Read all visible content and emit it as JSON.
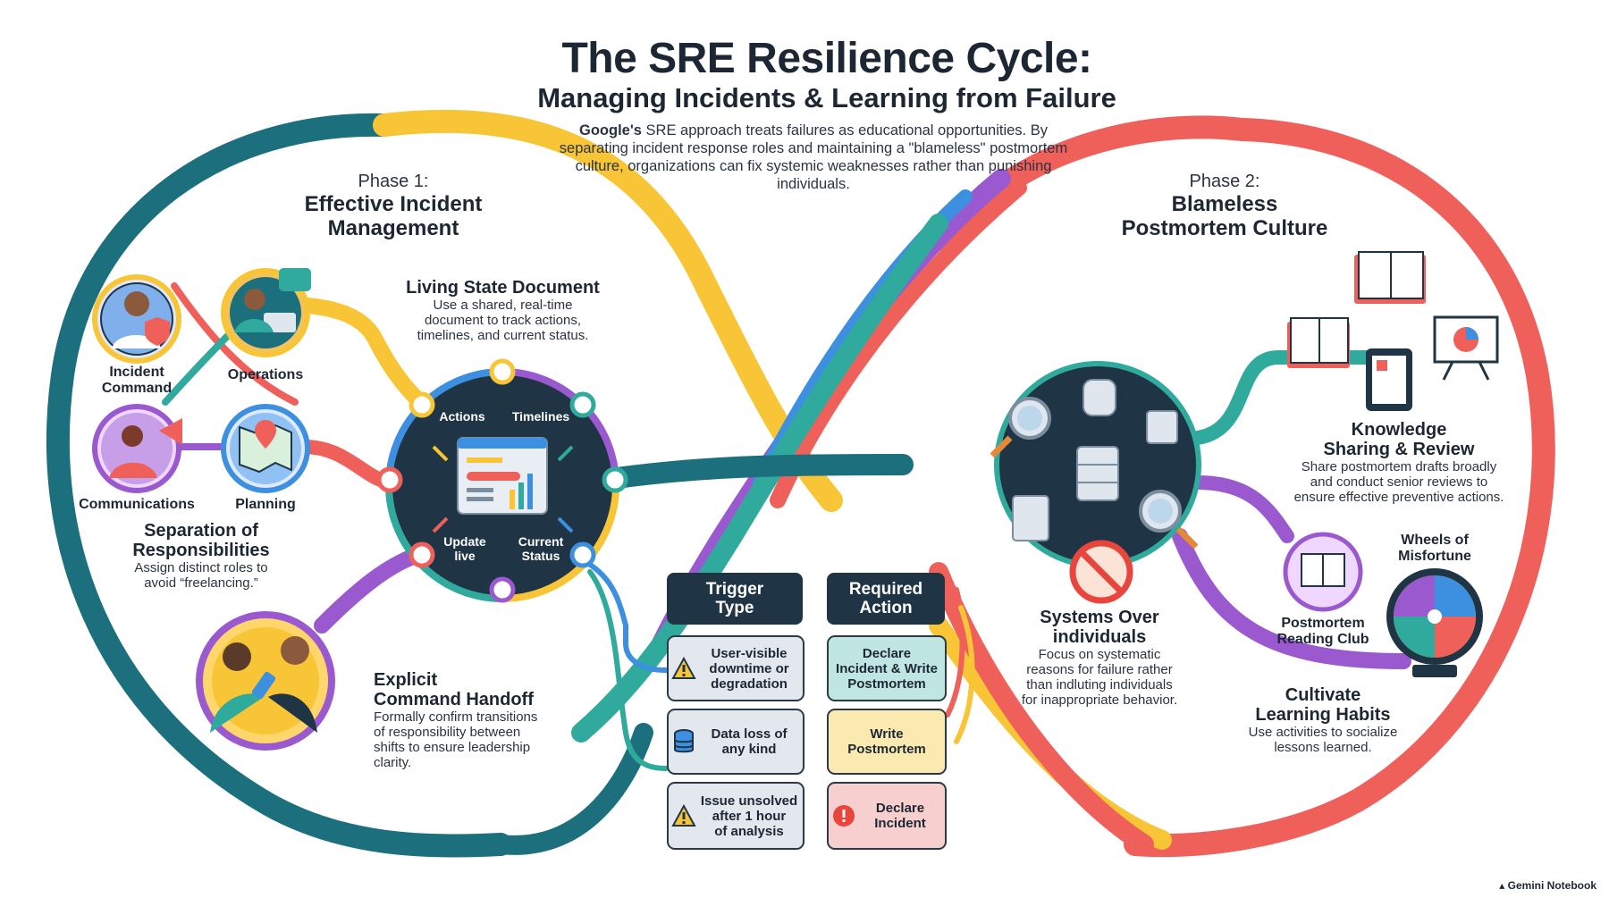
{
  "title": "The SRE Resilience Cycle:",
  "subtitle": "Managing Incidents & Learning from Failure",
  "intro": {
    "brand": "Google's",
    "text": " SRE approach treats failures as educational opportunities. By separating incident response roles and maintaining a \"blameless\" postmortem culture, organizations can fix systemic weaknesses rather than punishing individuals."
  },
  "phase1": {
    "label": "Phase 1:",
    "title_line1": "Effective Incident",
    "title_line2": "Management"
  },
  "phase2": {
    "label": "Phase 2:",
    "title_line1": "Blameless",
    "title_line2": "Postmortem Culture"
  },
  "roles": {
    "incident_command": "Incident\nCommand",
    "operations": "Operations",
    "communications": "Communications",
    "planning": "Planning"
  },
  "separation": {
    "title": "Separation of\nResponsibilities",
    "desc": "Assign distinct roles to\navoid “freelancing.”"
  },
  "living_doc": {
    "title": "Living State Document",
    "desc": "Use a shared, real-time\ndocument to track actions,\ntimelines, and current status.",
    "actions": "Actions",
    "timelines": "Timelines",
    "update_live": "Update\nlive",
    "current_status": "Current\nStatus"
  },
  "handoff": {
    "title": "Explicit\nCommand Handoff",
    "desc": "Formally confirm transitions\nof responsibility between\nshifts to ensure leadership\nclarity."
  },
  "table": {
    "trigger_header": "Trigger\nType",
    "action_header": "Required\nAction",
    "rows": [
      {
        "trigger": "User-visible\ndowntime or\ndegradation",
        "trigger_icon": "warning-icon",
        "action": "Declare\nIncident & Write\nPostmortem",
        "action_color": "#bfe6e3"
      },
      {
        "trigger": "Data loss of\nany kind",
        "trigger_icon": "database-icon",
        "action": "Write\nPostmortem",
        "action_color": "#fbeab0"
      },
      {
        "trigger": "Issue unsolved\nafter 1 hour\nof analysis",
        "trigger_icon": "warning-icon",
        "action": "Declare\nIncident",
        "action_color": "#f8cfcf"
      }
    ]
  },
  "systems": {
    "title": "Systems Over\nindividuals",
    "desc": "Focus on systematic\nreasons for failure rather\nthan indluting individuals\nfor inappropriate behavior."
  },
  "knowledge": {
    "title": "Knowledge\nSharing & Review",
    "desc": "Share postmortem drafts broadly\nand conduct senior reviews to\nensure effective preventive actions."
  },
  "reading_club": "Postmortem\nReading Club",
  "wheel": "Wheels of\nMisfortune",
  "learning": {
    "title": "Cultivate\nLearning Habits",
    "desc": "Use activities to socialize\nlessons learned."
  },
  "footer": "Gemini Notebook",
  "colors": {
    "teal": "#1c6f7c",
    "yellow": "#f7c536",
    "red": "#f0605a",
    "purple": "#9b59d0",
    "green": "#2faa9c",
    "blue": "#3d8fe0",
    "navy": "#1f3545"
  }
}
